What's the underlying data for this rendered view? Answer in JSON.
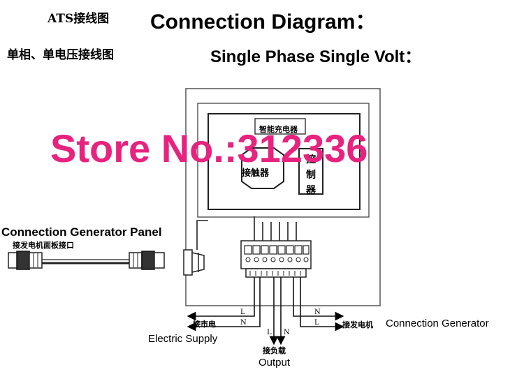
{
  "header": {
    "title_cn": "ATS接线图",
    "title_en": "Connection Diagram：",
    "subtitle_cn": "单相、单电压接线图",
    "subtitle_en": "Single Phase Single Volt："
  },
  "watermark": "Store No.:312336",
  "labels": {
    "charger_cn": "智能充电器",
    "contactor_cn": "接触器",
    "controller_cn": "控制器",
    "panel_en": "Connection Generator Panel",
    "panel_cn": "接发电机面板接口",
    "mains_cn": "接市电",
    "supply_en": "Electric Supply",
    "load_cn": "接负载",
    "output_en": "Output",
    "generator_cn": "接发电机",
    "generator_en": "Connection Generator"
  },
  "wire_letters": {
    "mains_l": "L",
    "mains_n": "N",
    "out_l": "L",
    "out_n": "N",
    "gen_n": "N",
    "gen_l": "L"
  }
}
